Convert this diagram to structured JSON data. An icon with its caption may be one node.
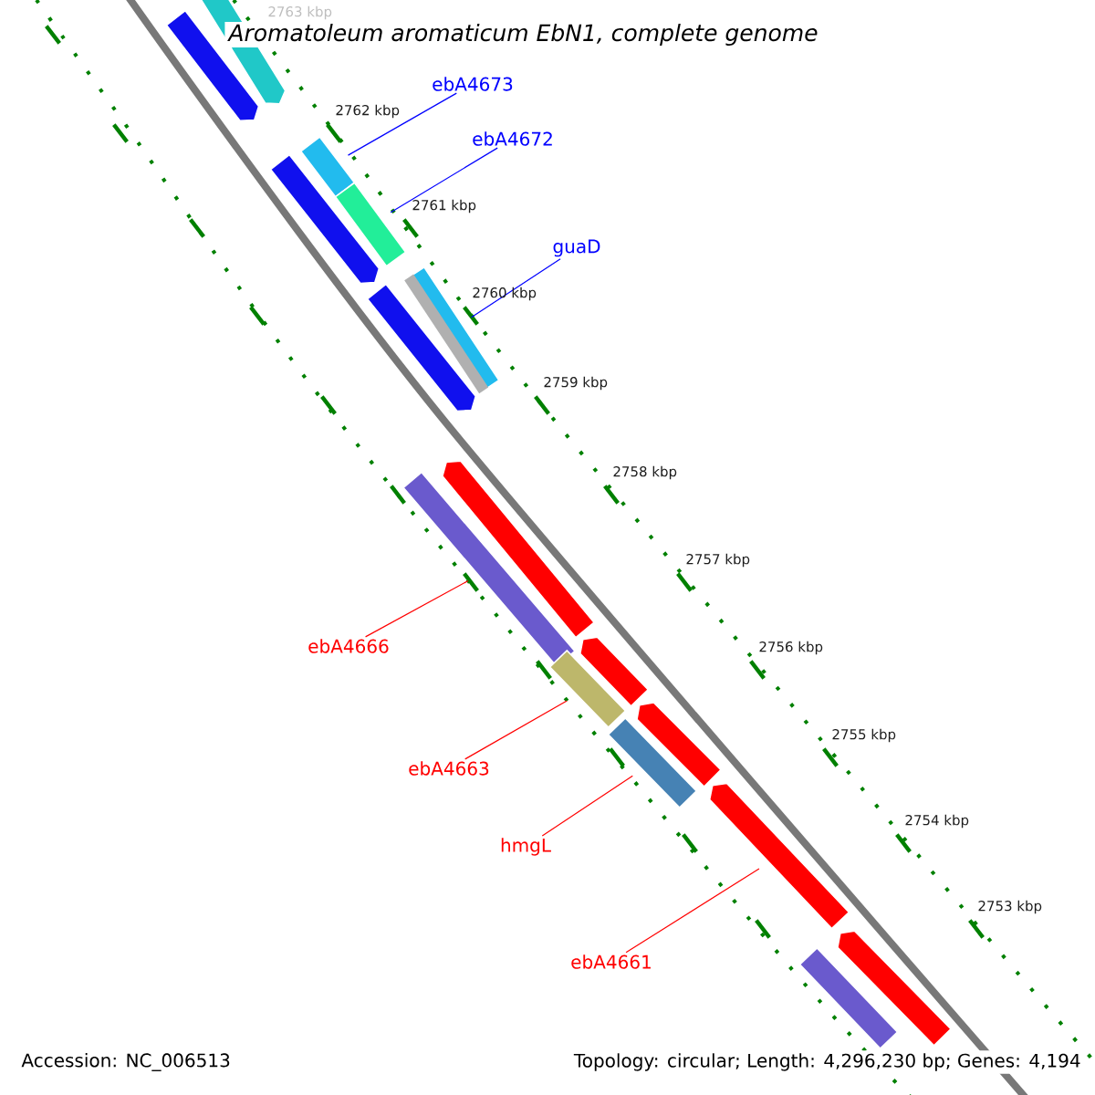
{
  "diagram": {
    "title": "Aromatoleum aromaticum EbN1, complete genome",
    "nodes": [
      {
        "text": [],
        "shape": "bar"
      },
      {
        "text": [],
        "shape": "bar"
      },
      {
        "text": [
          "ebA4673"
        ]
      },
      {
        "text": [],
        "shape": "bar"
      },
      {
        "text": [
          "ebA4672"
        ]
      },
      {
        "text": [],
        "shape": "bar"
      },
      {
        "text": [],
        "shape": "bar"
      },
      {
        "text": [
          "guaD"
        ]
      },
      {
        "text": [],
        "shape": "bar"
      },
      {
        "text": [],
        "shape": "bar"
      },
      {
        "text": [],
        "shape": "bar"
      },
      {
        "text": [],
        "shape": "bar"
      },
      {
        "text": [
          "ebA4666"
        ]
      },
      {
        "text": [],
        "shape": "bar"
      },
      {
        "text": [],
        "shape": "bar"
      },
      {
        "text": [
          "ebA4663"
        ]
      },
      {
        "text": [],
        "shape": "bar"
      },
      {
        "text": [],
        "shape": "bar"
      },
      {
        "text": [
          "hmgL"
        ]
      },
      {
        "text": [],
        "shape": "bar"
      },
      {
        "text": [
          "ebA4661"
        ]
      },
      {
        "text": [],
        "shape": "bar"
      },
      {
        "text": [],
        "shape": "bar"
      }
    ],
    "edges": [
      {
        "from": 2,
        "to": 3,
        "arrow": "none",
        "color": "#0000ff"
      },
      {
        "from": 4,
        "to": 5,
        "arrow": "none",
        "color": "#0000ff"
      },
      {
        "from": 7,
        "to": 8,
        "arrow": "none",
        "color": "#0000ff"
      },
      {
        "from": 12,
        "to": 11,
        "arrow": "none"
      },
      {
        "from": 15,
        "to": 14,
        "arrow": "none"
      },
      {
        "from": 18,
        "to": 17,
        "arrow": "none"
      },
      {
        "from": 20,
        "to": 19,
        "arrow": "none"
      }
    ],
    "labels": [
      "2763 kbp",
      "2762 kbp",
      "2761 kbp",
      "2760 kbp",
      "2759 kbp",
      "2758 kbp",
      "2757 kbp",
      "2756 kbp",
      "2755 kbp",
      "2754 kbp",
      "2753 kbp",
      "Accession: NC_006513",
      "Topology: circular; Length: 4,296,230 bp; Genes: 4,194"
    ]
  }
}
